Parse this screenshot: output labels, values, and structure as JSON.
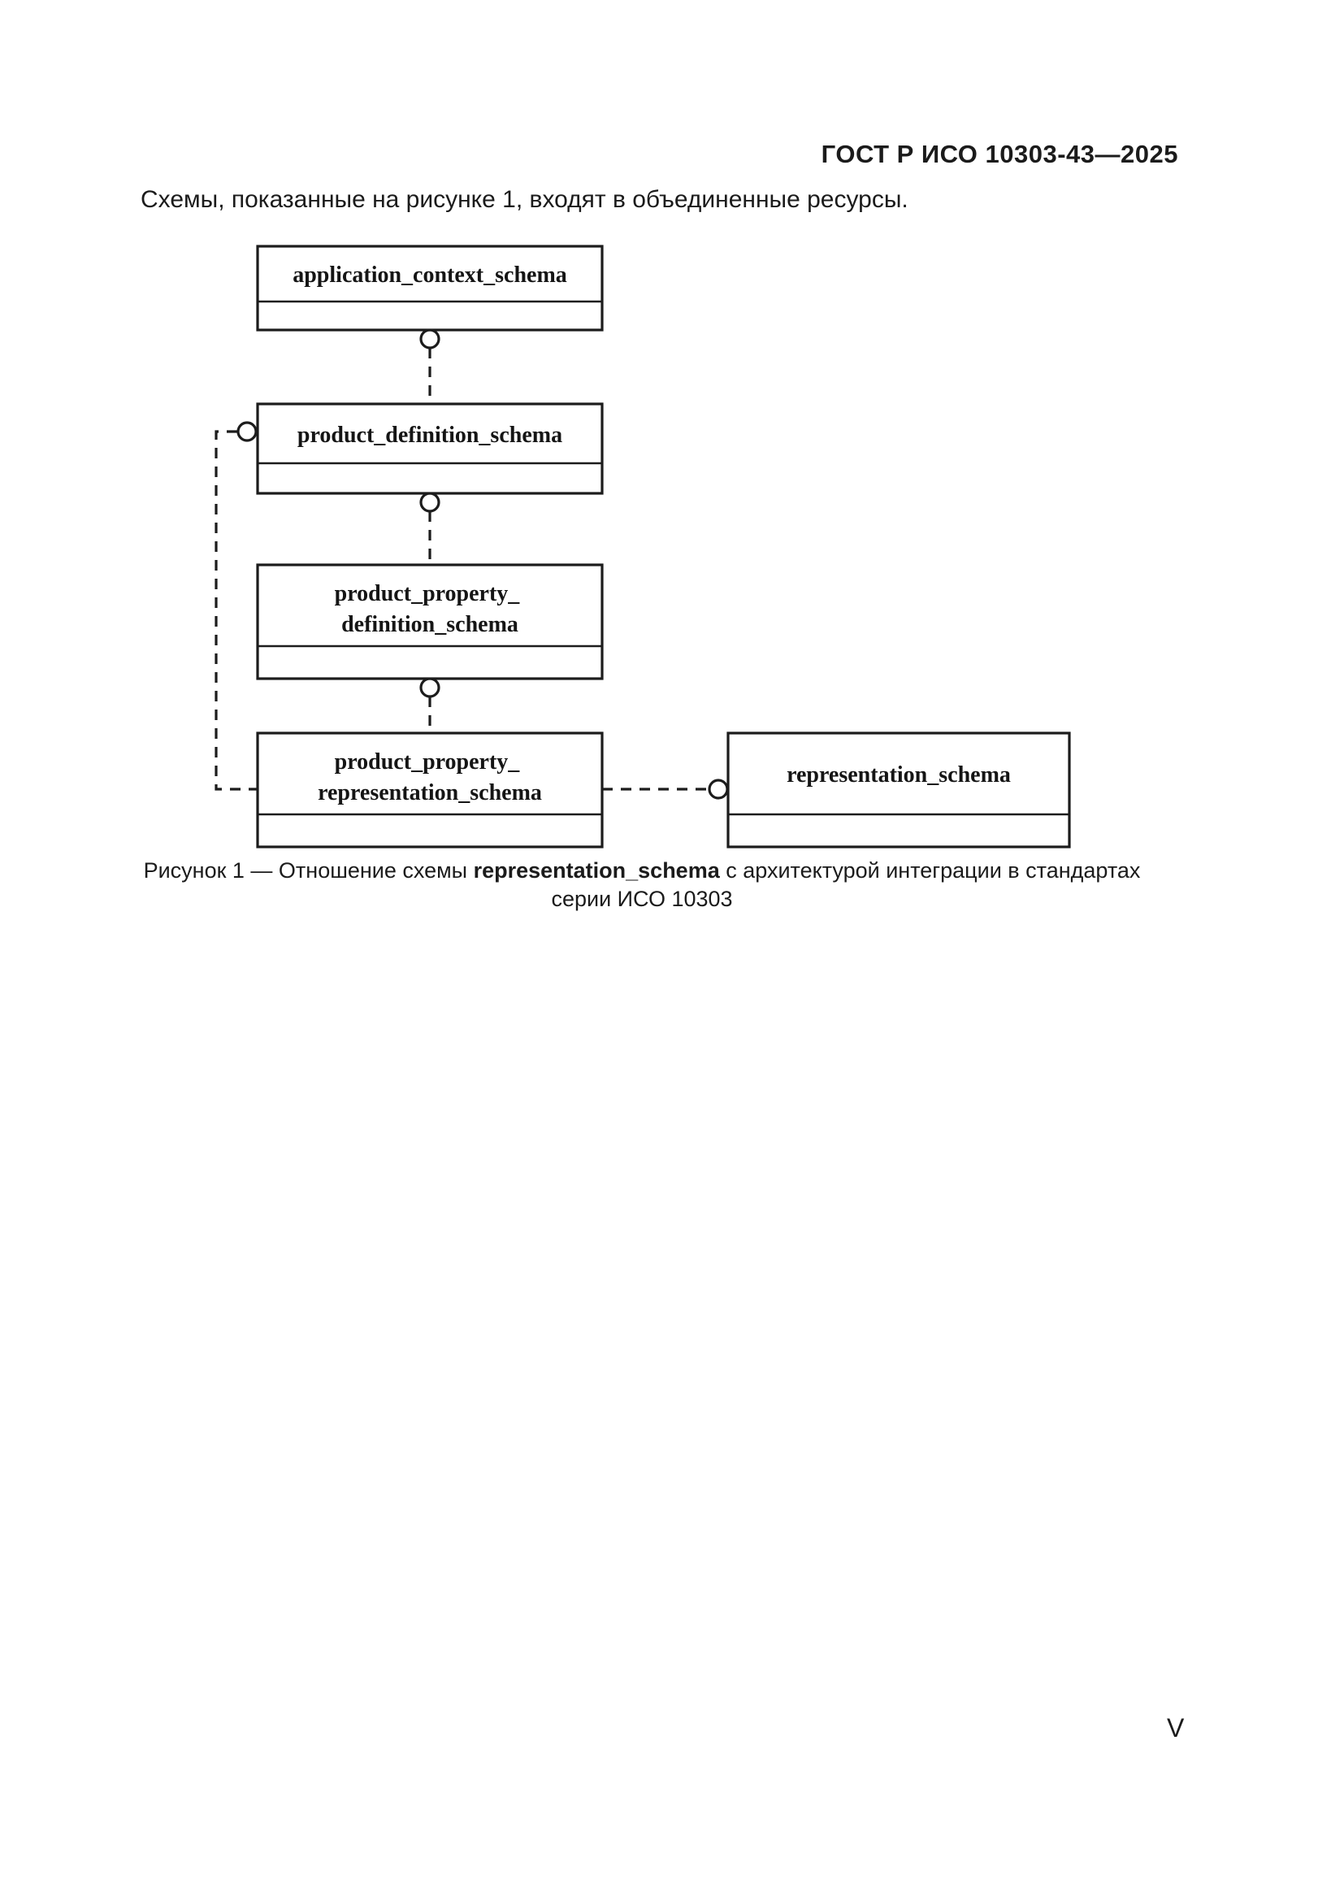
{
  "document": {
    "header": "ГОСТ Р ИСО 10303-43—2025",
    "intro_paragraph": "Схемы, показанные на рисунке 1, входят в объединенные ресурсы.",
    "page_number": "V"
  },
  "diagram": {
    "boxes": [
      {
        "name": "application_context_schema",
        "lines": [
          "application_context_schema"
        ]
      },
      {
        "name": "product_definition_schema",
        "lines": [
          "product_definition_schema"
        ]
      },
      {
        "name": "product_property_definition_schema",
        "lines": [
          "product_property_",
          "definition_schema"
        ]
      },
      {
        "name": "product_property_representation_schema",
        "lines": [
          "product_property_",
          "representation_schema"
        ]
      },
      {
        "name": "representation_schema",
        "lines": [
          "representation_schema"
        ]
      }
    ]
  },
  "caption": {
    "text_before_bold": "Рисунок 1 — Отношение схемы ",
    "bold_text": "representation_schema",
    "text_after_bold": " с архитектурой интеграции в стандартах",
    "line2": "серии ИСО 10303"
  }
}
